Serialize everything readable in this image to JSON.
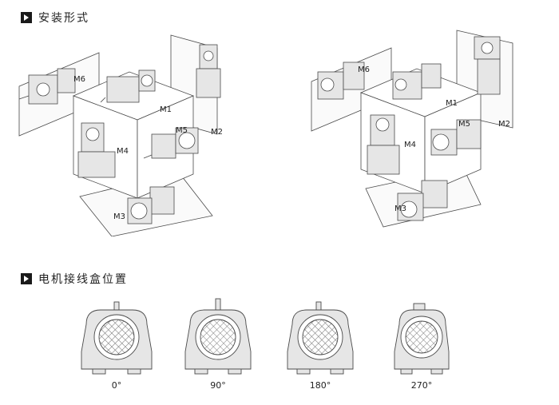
{
  "sections": {
    "mounting": {
      "title": "安装形式"
    },
    "terminal_box": {
      "title": "电机接线盒位置"
    }
  },
  "positions": [
    "M1",
    "M2",
    "M3",
    "M4",
    "M5",
    "M6"
  ],
  "angles": [
    "0°",
    "90°",
    "180°",
    "270°"
  ],
  "colors": {
    "line": "#4a4a4a",
    "fill": "#e6e6e6",
    "panel": "#f7f7f7"
  }
}
